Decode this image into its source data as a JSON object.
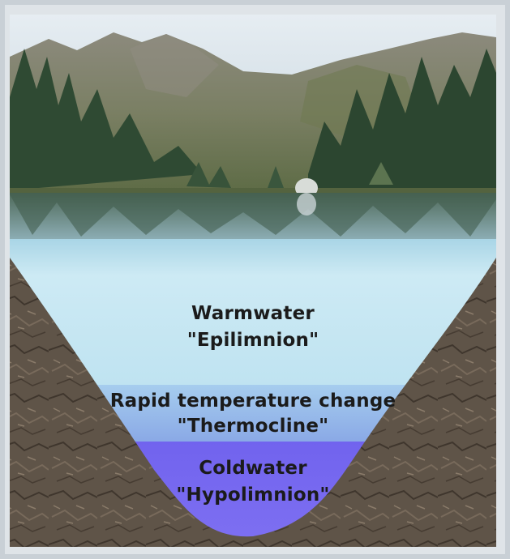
{
  "colors": {
    "frame": "#dde2e6",
    "sky": "#cfdbe3",
    "rock": "#5e5347",
    "epilimnion": "#c6e7f2",
    "thermocline": "#93b8e7",
    "hypolimnion": "#6f62ea"
  },
  "layers": {
    "epilimnion": {
      "line1": "Warmwater",
      "line2": "\"Epilimnion\""
    },
    "thermocline": {
      "line1": "Rapid temperature change",
      "line2": "\"Thermocline\""
    },
    "hypolimnion": {
      "line1": "Coldwater",
      "line2": "\"Hypolimnion\""
    }
  }
}
